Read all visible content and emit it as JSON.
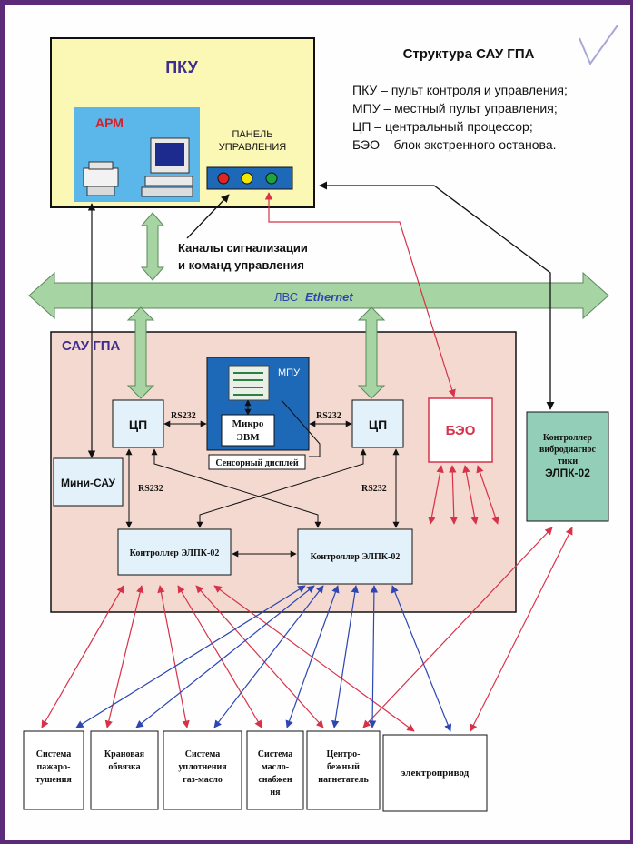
{
  "title": "Структура САУ ГПА",
  "legend": [
    "ПКУ – пульт контроля и управления;",
    "МПУ – местный пульт управления;",
    "ЦП – центральный процессор;",
    "БЭО – блок экстренного останова."
  ],
  "pku": {
    "label": "ПКУ"
  },
  "arm": {
    "label": "АРМ"
  },
  "panel": {
    "line1": "ПАНЕЛЬ",
    "line2": "УПРАВЛЕНИЯ"
  },
  "channels": {
    "line1": "Каналы сигнализации",
    "line2": "и команд управления"
  },
  "lan": {
    "label": "ЛВС",
    "protocol": "Ethernet"
  },
  "sau": {
    "label": "САУ ГПА"
  },
  "cpu_left": {
    "label": "ЦП"
  },
  "cpu_right": {
    "label": "ЦП"
  },
  "rs232_left": "RS232",
  "rs232_right": "RS232",
  "rs232_down_left": "RS232",
  "rs232_down_right": "RS232",
  "mpu": {
    "label": "МПУ",
    "micro_line1": "Микро",
    "micro_line2": "ЭВМ",
    "touch": "Сенсорный дисплей"
  },
  "beo": {
    "label": "БЭО"
  },
  "mini_sau": {
    "label": "Мини-САУ"
  },
  "controller_left": {
    "label": "Контроллер ЭЛПК-02"
  },
  "controller_right": {
    "label": "Контроллер ЭЛПК-02"
  },
  "vibro": {
    "line1": "Контроллер",
    "line2": "виброди­агнос",
    "line3": "тики",
    "line4": "ЭЛПК-02"
  },
  "systems": [
    {
      "lines": [
        "Система",
        "пажаро-",
        "тушения"
      ]
    },
    {
      "lines": [
        "Крановая",
        "обвязка"
      ]
    },
    {
      "lines": [
        "Система",
        "уплотнения",
        "газ-масло"
      ]
    },
    {
      "lines": [
        "Система",
        "масло-",
        "снабжен",
        "ия"
      ]
    },
    {
      "lines": [
        "Центро-",
        "бежный",
        "нагнетатель"
      ]
    },
    {
      "lines": [
        "электропривод"
      ]
    }
  ],
  "colors": {
    "pku_bg": "#fbf7b4",
    "arm_bg": "#5bb6ea",
    "sau_bg": "#f3d9cf",
    "lan": "#a6d4a2",
    "mpu_bg": "#1e68b8",
    "box_blue": "#e3f2fa",
    "vibro_bg": "#93ceb9",
    "red_arrow": "#d6324a",
    "blue_arrow": "#2d46b3"
  }
}
